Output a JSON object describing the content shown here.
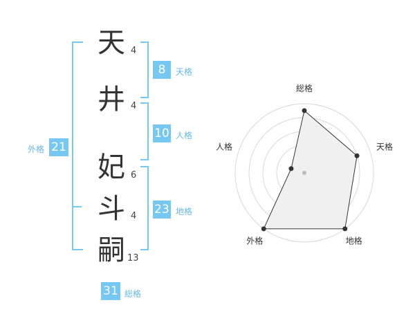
{
  "name": {
    "chars": [
      {
        "char": "天",
        "strokes": "4"
      },
      {
        "char": "井",
        "strokes": "4"
      },
      {
        "char": "妃",
        "strokes": "6"
      },
      {
        "char": "斗",
        "strokes": "4"
      },
      {
        "char": "嗣",
        "strokes": "13"
      }
    ]
  },
  "kaku": {
    "tenkaku": {
      "label": "天格",
      "value": "8"
    },
    "jinkaku": {
      "label": "人格",
      "value": "10"
    },
    "chikaku": {
      "label": "地格",
      "value": "23"
    },
    "gaikaku": {
      "label": "外格",
      "value": "21"
    },
    "soukaku": {
      "label": "総格",
      "value": "31"
    }
  },
  "chart_data": {
    "type": "radar",
    "axes": [
      "総格",
      "天格",
      "地格",
      "外格",
      "人格"
    ],
    "values": [
      0.9,
      0.8,
      1.0,
      1.0,
      0.2
    ],
    "rings": 5,
    "accent": "#76c7f2"
  }
}
